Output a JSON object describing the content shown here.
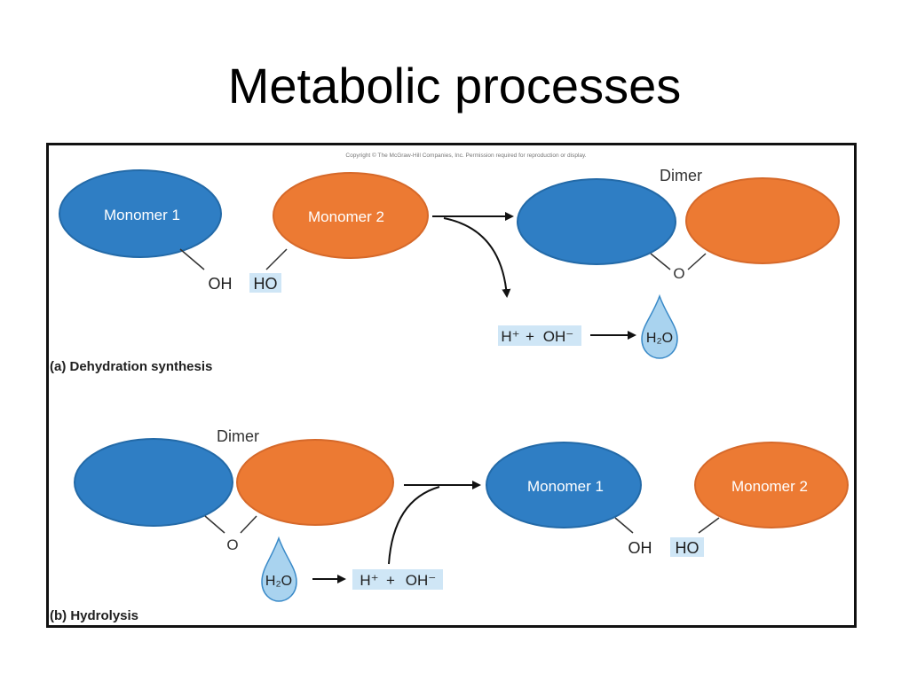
{
  "slide": {
    "title": "Metabolic processes"
  },
  "figure": {
    "copyright": "Copyright © The McGraw-Hill Companies, Inc. Permission required for reproduction or display.",
    "colors": {
      "monomer_1": "#2f7ec4",
      "monomer_2": "#ec7a33",
      "ion_highlight": "#cfe6f6",
      "water_drop": "#a9d3ef",
      "label_text": "#1f1f1f"
    },
    "panel_a": {
      "caption": "(a) Dehydration synthesis",
      "monomer_1_label": "Monomer 1",
      "monomer_2_label": "Monomer 2",
      "hydroxyl_1": "OH",
      "hydroxyl_2": "HO",
      "dimer_label": "Dimer",
      "bridge_oxygen": "O",
      "hydrogen_ion": "H⁺",
      "plus": "+",
      "hydroxide_ion": "OH⁻",
      "water": "H₂O"
    },
    "panel_b": {
      "caption": "(b) Hydrolysis",
      "dimer_label": "Dimer",
      "bridge_oxygen": "O",
      "water": "H₂O",
      "hydrogen_ion": "H⁺",
      "plus": "+",
      "hydroxide_ion": "OH⁻",
      "monomer_1_label": "Monomer 1",
      "monomer_2_label": "Monomer 2",
      "hydroxyl_1": "OH",
      "hydroxyl_2": "HO"
    }
  }
}
